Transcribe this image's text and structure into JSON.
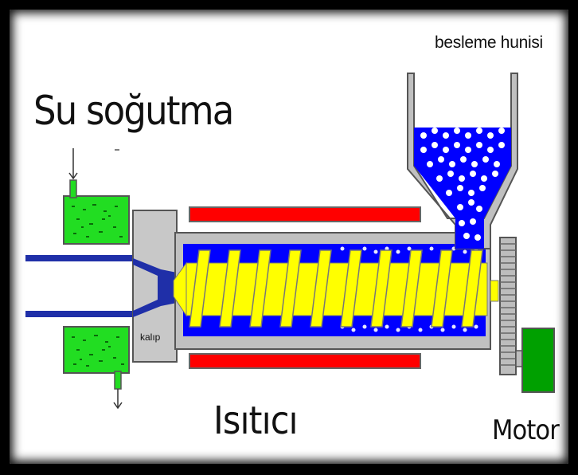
{
  "labels": {
    "hopper": "besleme hunisi",
    "cooling": "Su soğutma",
    "die": "kalıp",
    "heater": "Isıtıcı",
    "motor": "Motor"
  },
  "colors": {
    "background": "#ffffff",
    "frame": "#000000",
    "barrel": "#c0c0c0",
    "screw": "#ffff00",
    "melt": "#0000ff",
    "heater": "#ff0000",
    "water": "#00dd00",
    "motor": "#009900"
  },
  "icons": [
    "hopper-icon",
    "pellet-icon",
    "screw-icon",
    "heater-band-icon",
    "water-tank-icon",
    "gear-icon",
    "motor-icon",
    "arrow-down-icon"
  ]
}
